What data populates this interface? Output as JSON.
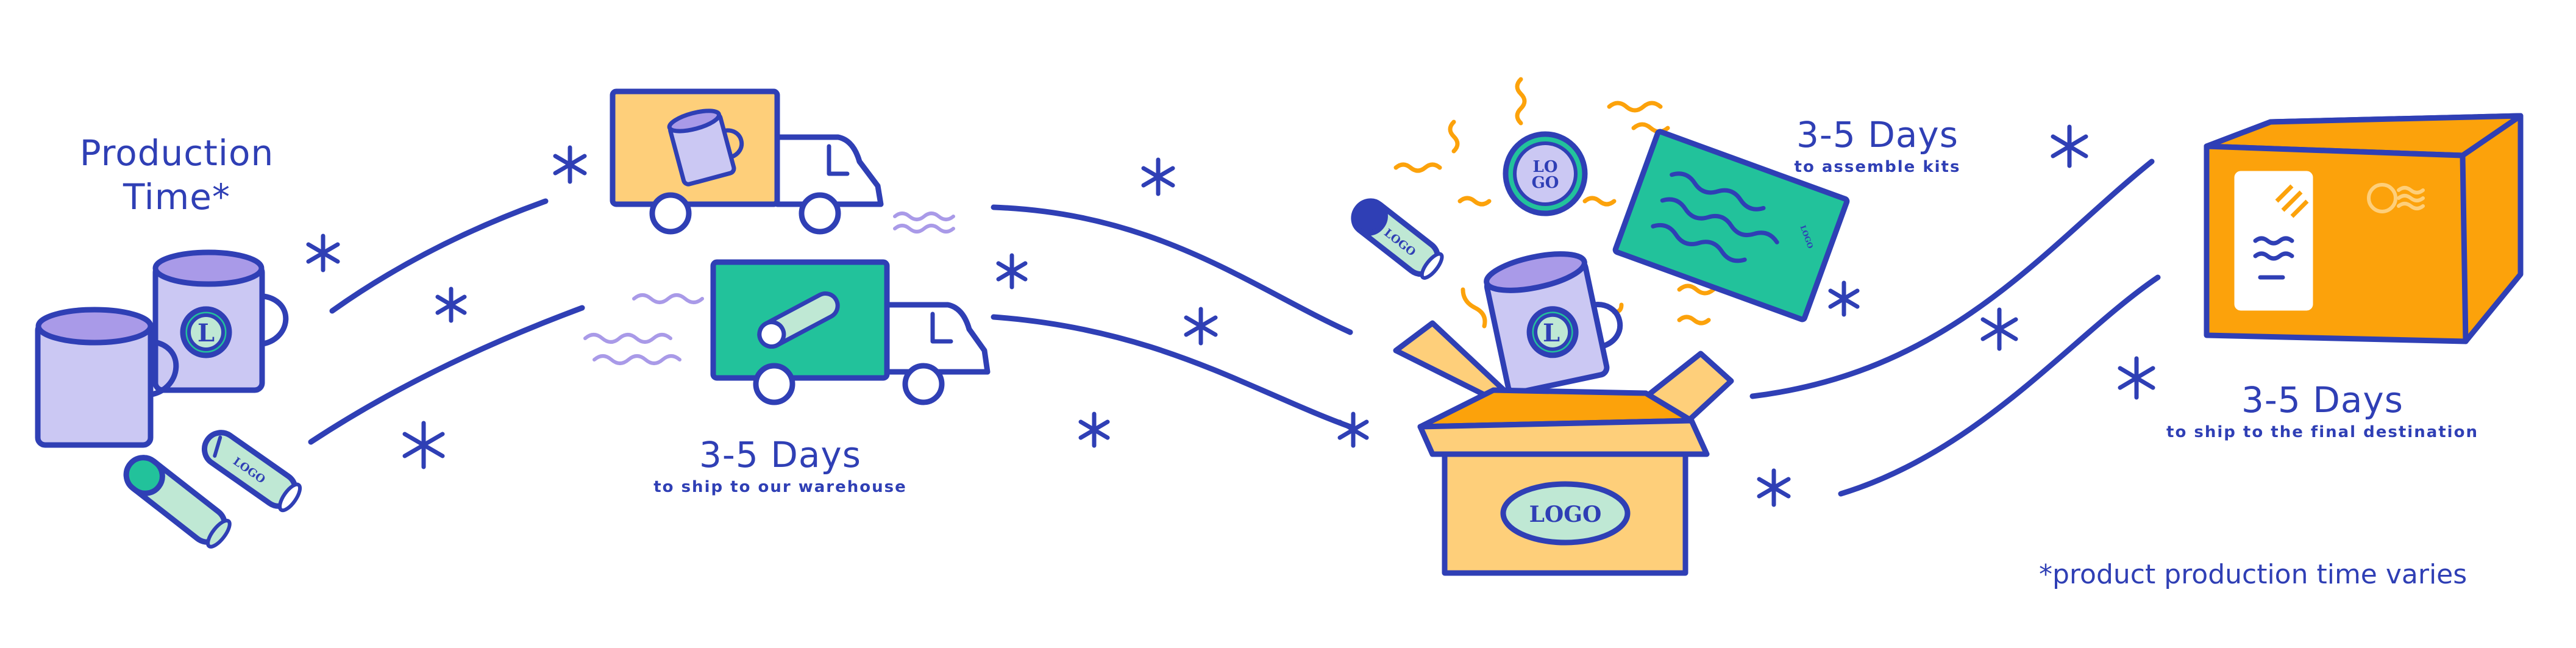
{
  "production": {
    "title_line1": "Production",
    "title_line2": "Time*"
  },
  "ship_warehouse": {
    "days": "3-5 Days",
    "caption": "to ship to our warehouse"
  },
  "assemble": {
    "days": "3-5 Days",
    "caption": "to assemble kits"
  },
  "ship_final": {
    "days": "3-5 Days",
    "caption": "to ship to the final destination"
  },
  "footnote": "*product production time varies",
  "logos": {
    "box": "LOGO",
    "badge_top": "LO",
    "badge_bottom": "GO",
    "pen": "LOGO",
    "mug_letter": "L",
    "card": "LOGO"
  },
  "colors": {
    "outline": "#2f3fb5",
    "lavender": "#cbc8f3",
    "lavender_dark": "#a99ae8",
    "green": "#22c29b",
    "mint": "#bfe8d4",
    "yellow": "#fecf7a",
    "orange": "#fca20b",
    "white": "#ffffff"
  }
}
